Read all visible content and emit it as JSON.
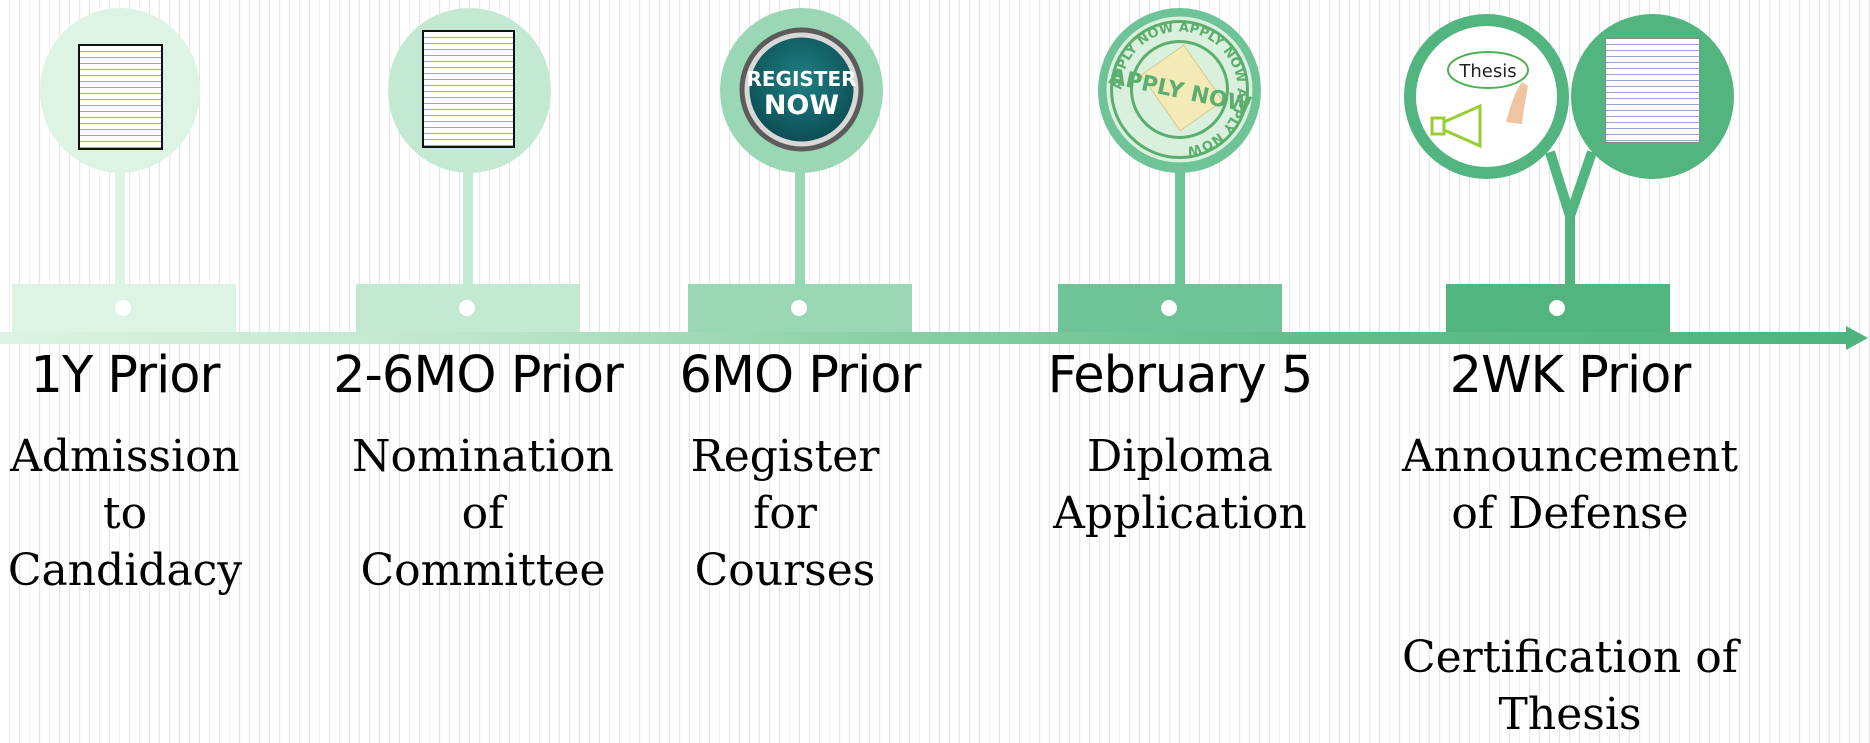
{
  "milestones": [
    {
      "date": "1Y Prior",
      "description": [
        "Admission",
        "to",
        "Candidacy"
      ]
    },
    {
      "date": "2-6MO Prior",
      "description": [
        "Nomination",
        "of",
        "Committee"
      ]
    },
    {
      "date": "6MO Prior",
      "description": [
        "Register",
        "for",
        "Courses"
      ]
    },
    {
      "date": "February 5",
      "description": [
        "Diploma",
        "Application"
      ]
    },
    {
      "date": "2WK Prior",
      "description": [
        "Announcement",
        "of Defense"
      ],
      "extra_description": [
        "Certification of",
        "Thesis"
      ]
    }
  ],
  "images": {
    "register_button": [
      "REGISTER",
      "NOW"
    ],
    "apply_stamp": {
      "center": "APPLY NOW",
      "ring": "APPLY NOW APPLY NOW APPLY NOW"
    },
    "thesis_sign": "Thesis"
  },
  "colors": {
    "stage1": "#ddf3e3",
    "stage2": "#c4e9d2",
    "stage3": "#9ad8b5",
    "stage4": "#6fc497",
    "stage5": "#52b47f"
  }
}
